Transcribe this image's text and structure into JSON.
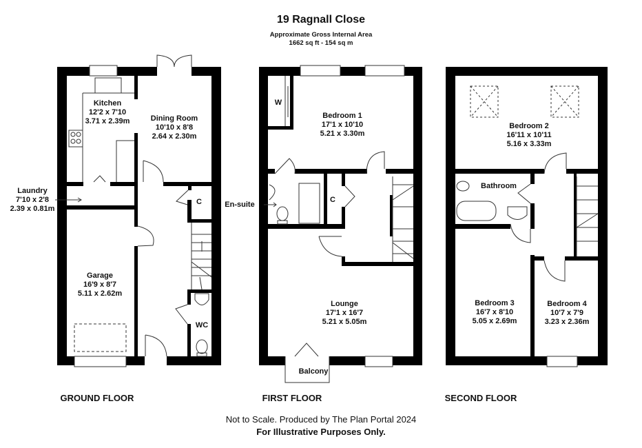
{
  "header": {
    "title": "19 Ragnall Close",
    "subtitle": "Approximate Gross Internal Area",
    "area": "1662 sq ft - 154 sq m"
  },
  "floors": {
    "ground": {
      "label": "GROUND FLOOR",
      "rooms": {
        "kitchen": {
          "name": "Kitchen",
          "imperial": "12'2 x 7'10",
          "metric": "3.71 x 2.39m"
        },
        "dining": {
          "name": "Dining Room",
          "imperial": "10'10 x 8'8",
          "metric": "2.64 x 2.30m"
        },
        "laundry": {
          "name": "Laundry",
          "imperial": "7'10 x 2'8",
          "metric": "2.39 x 0.81m"
        },
        "garage": {
          "name": "Garage",
          "imperial": "16'9 x 8'7",
          "metric": "5.11 x 2.62m"
        },
        "cupboard": {
          "name": "C"
        },
        "wc": {
          "name": "WC"
        }
      }
    },
    "first": {
      "label": "FIRST FLOOR",
      "rooms": {
        "bedroom1": {
          "name": "Bedroom 1",
          "imperial": "17'1 x 10'10",
          "metric": "5.21 x 3.30m"
        },
        "wardrobe": {
          "name": "W"
        },
        "ensuite": {
          "name": "En-suite"
        },
        "cupboard": {
          "name": "C"
        },
        "lounge": {
          "name": "Lounge",
          "imperial": "17'1 x 16'7",
          "metric": "5.21 x 5.05m"
        },
        "balcony": {
          "name": "Balcony"
        }
      }
    },
    "second": {
      "label": "SECOND FLOOR",
      "rooms": {
        "bedroom2": {
          "name": "Bedroom 2",
          "imperial": "16'11 x 10'11",
          "metric": "5.16 x 3.33m"
        },
        "bathroom": {
          "name": "Bathroom"
        },
        "bedroom3": {
          "name": "Bedroom 3",
          "imperial": "16'7 x 8'10",
          "metric": "5.05 x 2.69m"
        },
        "bedroom4": {
          "name": "Bedroom 4",
          "imperial": "10'7 x 7'9",
          "metric": "3.23 x 2.36m"
        }
      }
    }
  },
  "footer": {
    "disclaimer": "Not to Scale. Produced by The Plan Portal 2024",
    "note": "For Illustrative Purposes Only."
  }
}
